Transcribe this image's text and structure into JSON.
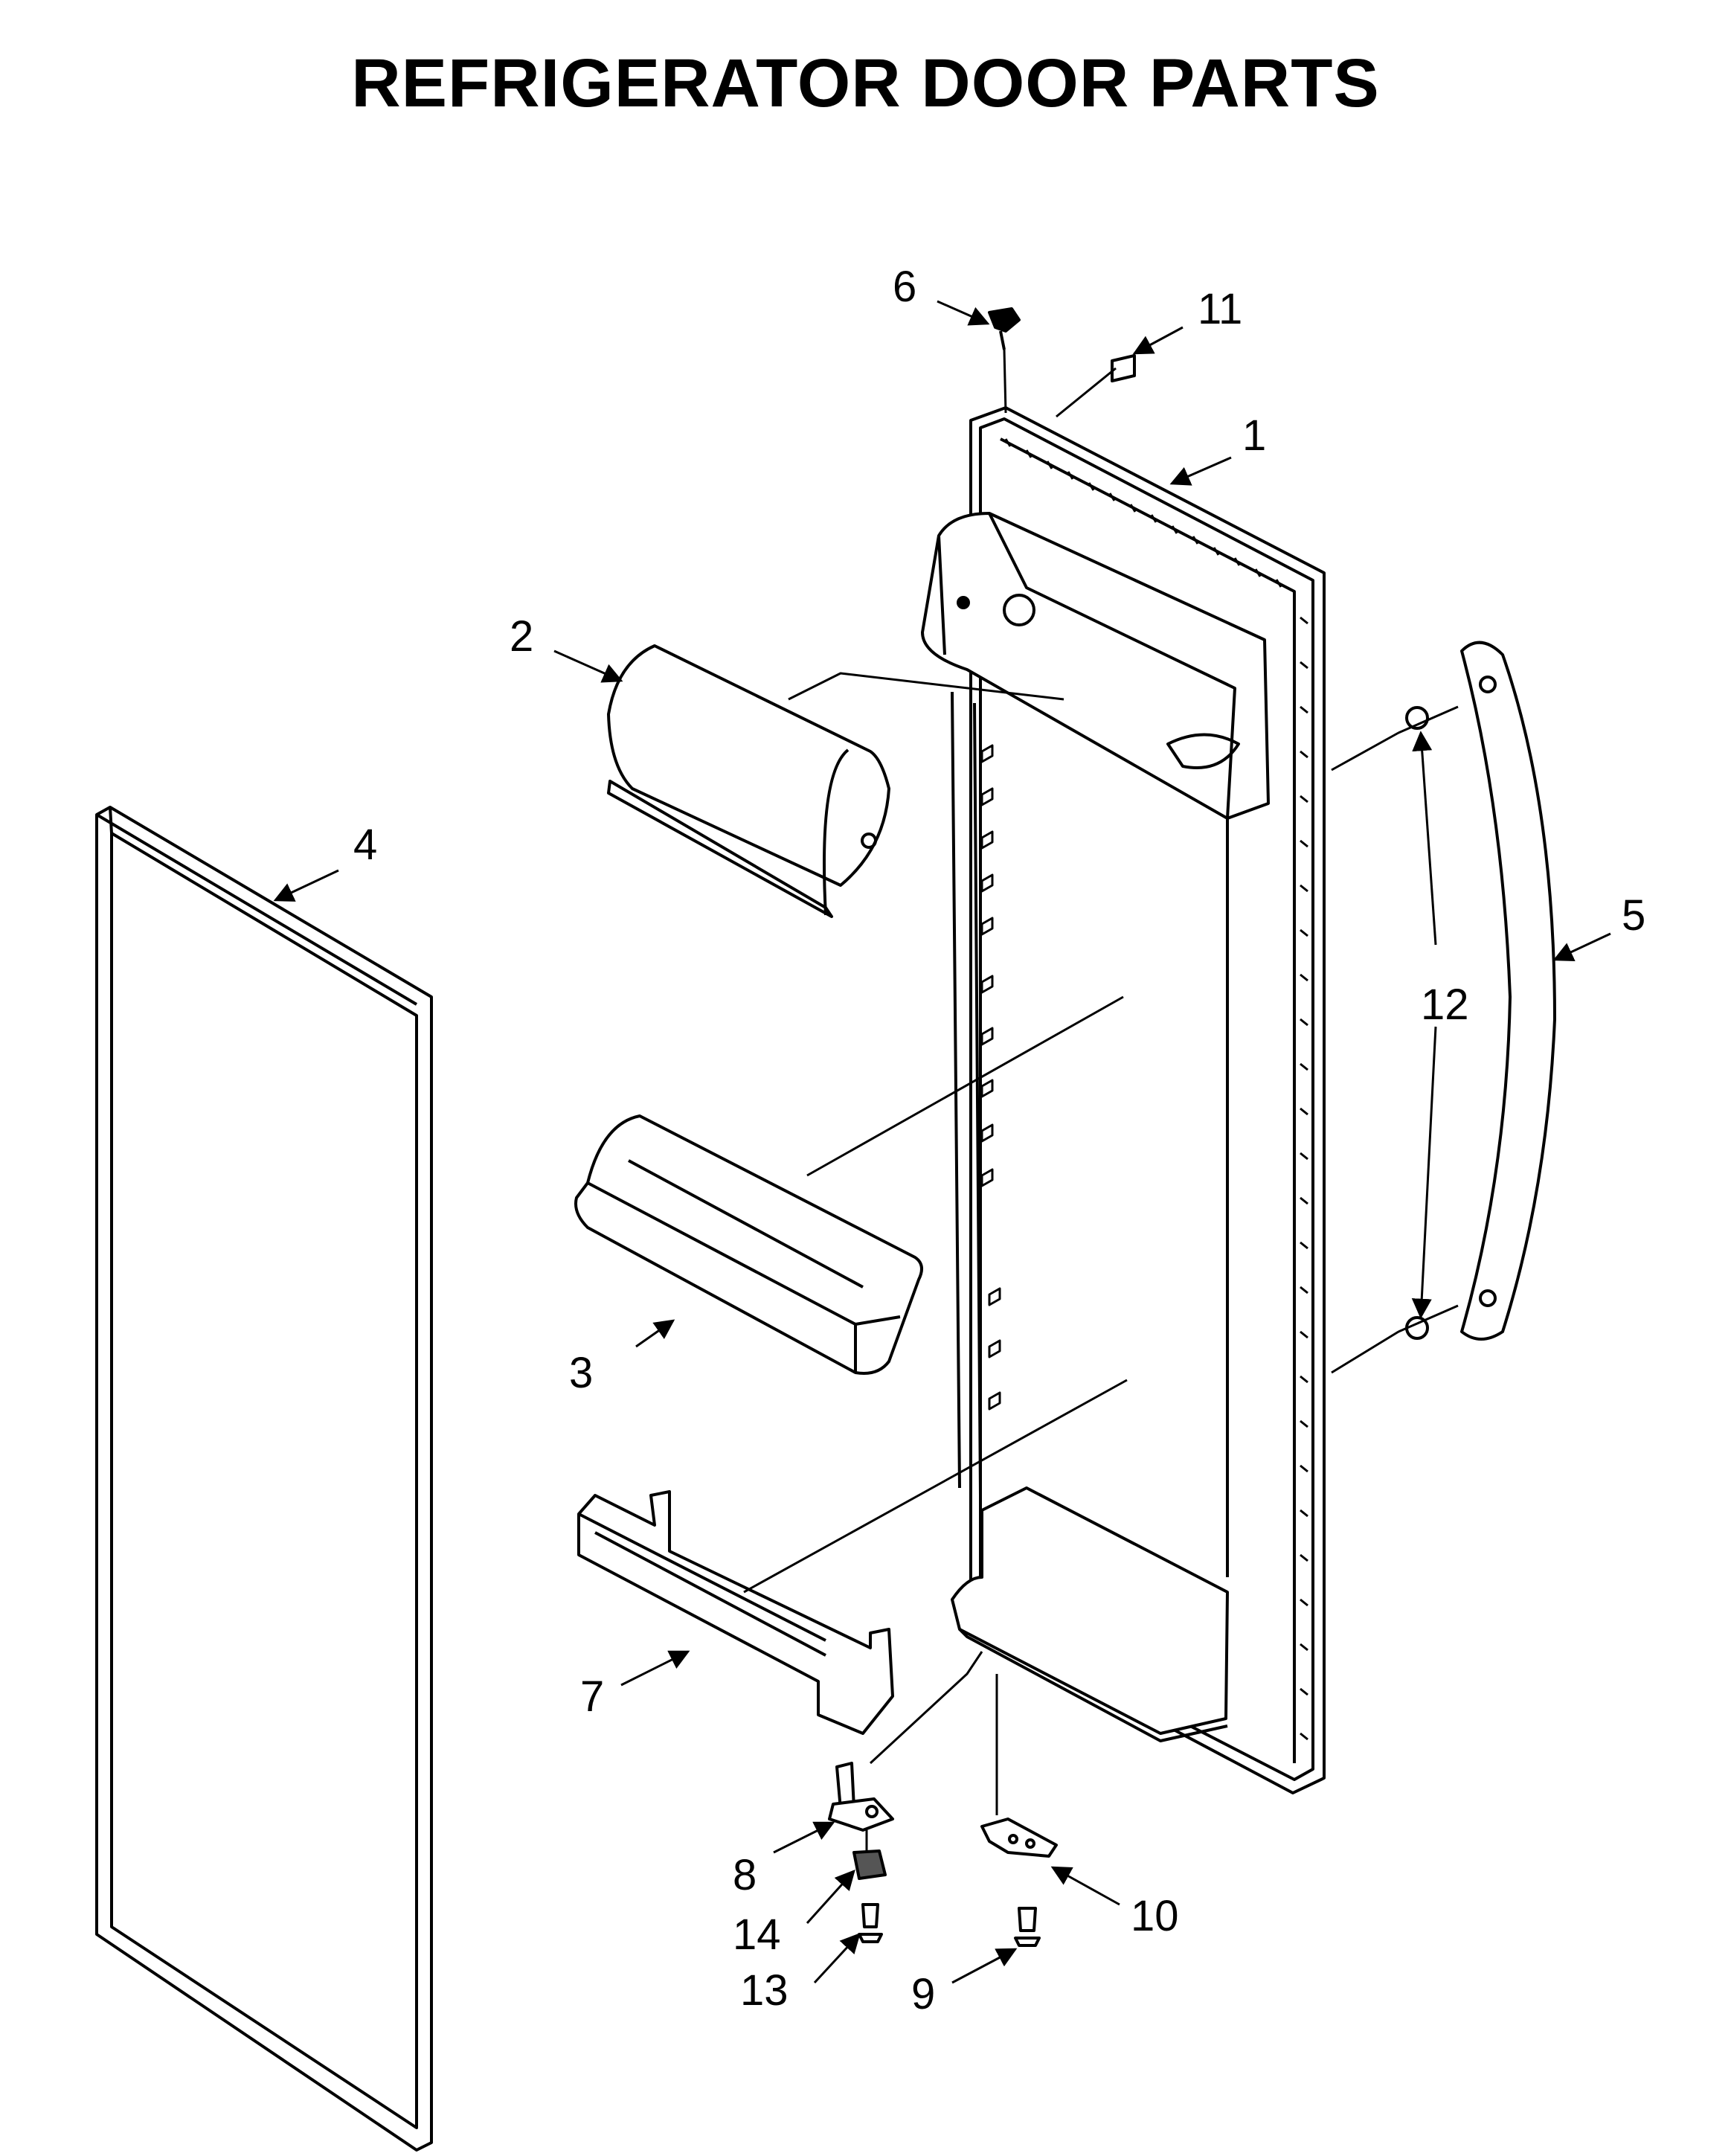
{
  "title": "REFRIGERATOR DOOR PARTS",
  "colors": {
    "line": "#000000",
    "background": "#ffffff"
  },
  "callouts": [
    {
      "id": "1",
      "text": "1"
    },
    {
      "id": "2",
      "text": "2"
    },
    {
      "id": "3",
      "text": "3"
    },
    {
      "id": "4",
      "text": "4"
    },
    {
      "id": "5",
      "text": "5"
    },
    {
      "id": "6",
      "text": "6"
    },
    {
      "id": "7",
      "text": "7"
    },
    {
      "id": "8",
      "text": "8"
    },
    {
      "id": "9",
      "text": "9"
    },
    {
      "id": "10",
      "text": "10"
    },
    {
      "id": "11",
      "text": "11"
    },
    {
      "id": "12",
      "text": "12"
    },
    {
      "id": "13",
      "text": "13"
    },
    {
      "id": "14",
      "text": "14"
    }
  ]
}
